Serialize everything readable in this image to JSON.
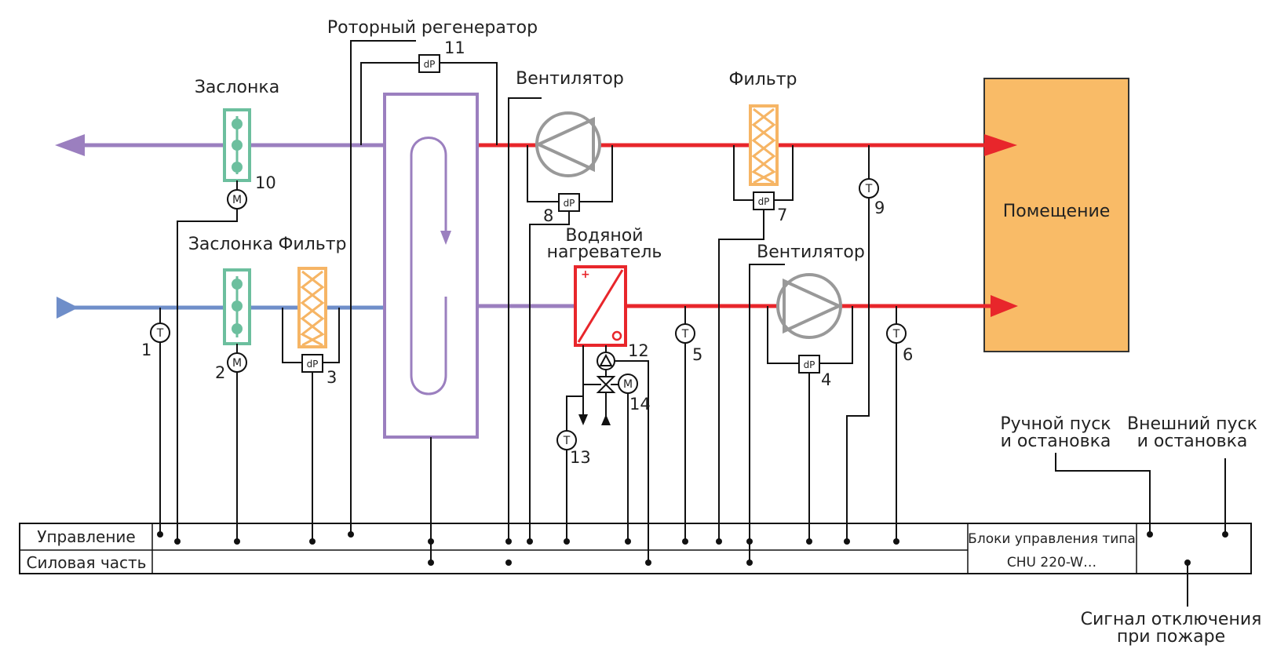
{
  "colors": {
    "exhaust": "#9b7fbf",
    "outdoor": "#6f8ec9",
    "supply": "#e8262b",
    "room": "#f9bb67",
    "damper": "#6cbf9e",
    "filter": "#f6b565",
    "fan": "#999999",
    "heater": "#e8262b"
  },
  "labels": {
    "rotor": "Роторный регенератор",
    "damper_top": "Заслонка",
    "damper_bottom": "Заслонка",
    "filter_bottom": "Фильтр",
    "fan_top": "Вентилятор",
    "filter_top": "Фильтр",
    "heater_line1": "Водяной",
    "heater_line2": "нагреватель",
    "fan_bottom": "Вентилятор",
    "room": "Помещение",
    "manual_line1": "Ручной пуск",
    "manual_line2": "и остановка",
    "external_line1": "Внешний пуск",
    "external_line2": "и остановка",
    "fire_line1": "Сигнал отключения",
    "fire_line2": "при пожаре"
  },
  "panel": {
    "row_control": "Управление",
    "row_power": "Силовая часть",
    "unit_line1": "Блоки управления типа",
    "unit_line2": "CHU 220-W…"
  },
  "sensor_symbols": {
    "temperature": "T",
    "motor": "M",
    "pressure": "dP"
  },
  "numbers": {
    "n1": "1",
    "n2": "2",
    "n3": "3",
    "n4": "4",
    "n5": "5",
    "n6": "6",
    "n7": "7",
    "n8": "8",
    "n9": "9",
    "n10": "10",
    "n11": "11",
    "n12": "12",
    "n13": "13",
    "n14": "14"
  }
}
